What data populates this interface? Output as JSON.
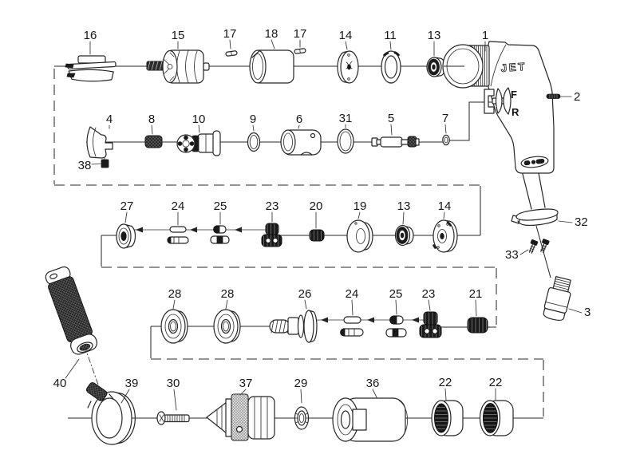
{
  "diagram": {
    "kind": "exploded-parts-diagram",
    "brand_logo": "JET",
    "lever_markings": {
      "forward": "F",
      "reverse": "R"
    },
    "colors": {
      "line": "#262626",
      "dark_fill": "#1a1a1a",
      "background": "#ffffff"
    },
    "callouts": [
      {
        "num": "16"
      },
      {
        "num": "15"
      },
      {
        "num": "17"
      },
      {
        "num": "18"
      },
      {
        "num": "17"
      },
      {
        "num": "14"
      },
      {
        "num": "11"
      },
      {
        "num": "13"
      },
      {
        "num": "1"
      },
      {
        "num": "2"
      },
      {
        "num": "4"
      },
      {
        "num": "8"
      },
      {
        "num": "10"
      },
      {
        "num": "9"
      },
      {
        "num": "6"
      },
      {
        "num": "31"
      },
      {
        "num": "5"
      },
      {
        "num": "7"
      },
      {
        "num": "38"
      },
      {
        "num": "27"
      },
      {
        "num": "24"
      },
      {
        "num": "25"
      },
      {
        "num": "23"
      },
      {
        "num": "20"
      },
      {
        "num": "19"
      },
      {
        "num": "13"
      },
      {
        "num": "14"
      },
      {
        "num": "32"
      },
      {
        "num": "33"
      },
      {
        "num": "3"
      },
      {
        "num": "28"
      },
      {
        "num": "28"
      },
      {
        "num": "26"
      },
      {
        "num": "24"
      },
      {
        "num": "25"
      },
      {
        "num": "23"
      },
      {
        "num": "21"
      },
      {
        "num": "40"
      },
      {
        "num": "39"
      },
      {
        "num": "30"
      },
      {
        "num": "37"
      },
      {
        "num": "29"
      },
      {
        "num": "36"
      },
      {
        "num": "22"
      },
      {
        "num": "22"
      }
    ]
  }
}
